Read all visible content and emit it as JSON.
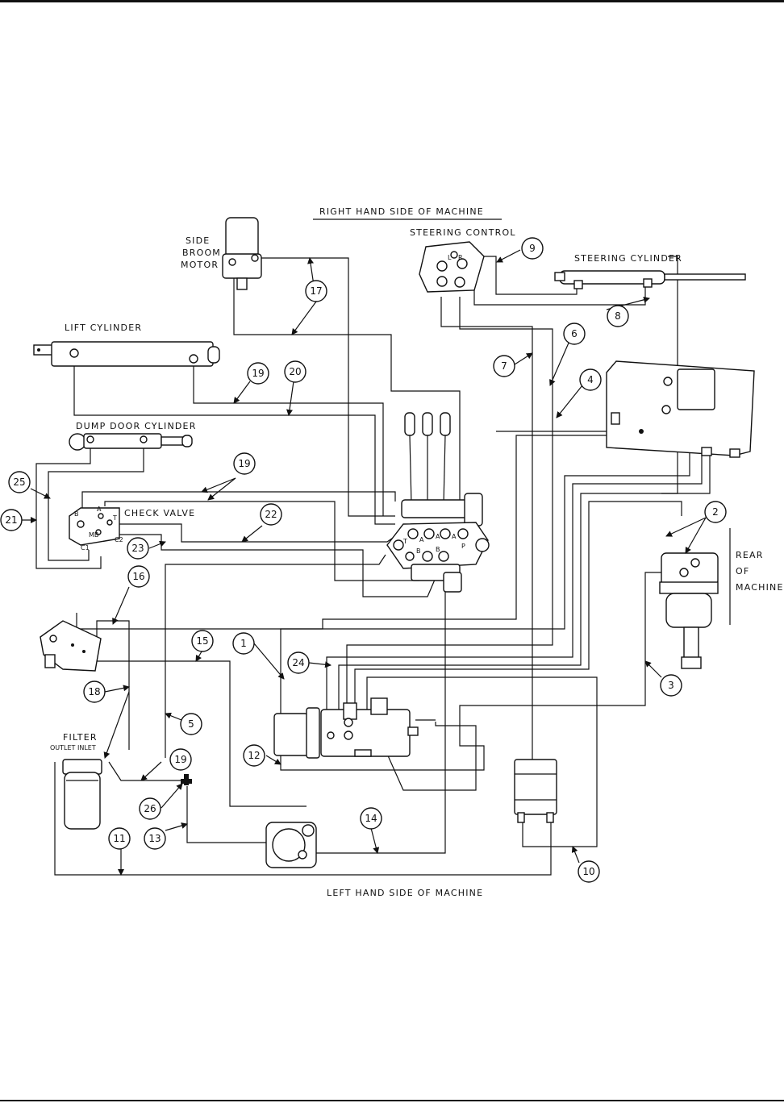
{
  "labels": {
    "right_hand_side": "RIGHT HAND SIDE OF MACHINE",
    "left_hand_side": "LEFT HAND SIDE OF MACHINE",
    "side_broom_motor": [
      "SIDE",
      "BROOM",
      "MOTOR"
    ],
    "steering_control": "STEERING CONTROL",
    "steering_cylinder": "STEERING CYLINDER",
    "lift_cylinder": "LIFT CYLINDER",
    "dump_door_cylinder": "DUMP DOOR CYLINDER",
    "check_valve": "CHECK VALVE",
    "rear_of_machine": [
      "REAR",
      "OF",
      "MACHINE"
    ],
    "filter": "FILTER",
    "outlet_inlet": "OUTLET INLET"
  },
  "port_labels": [
    "B",
    "A",
    "T",
    "MB",
    "C1",
    "C2",
    "T",
    "A",
    "A",
    "A",
    "B",
    "B",
    "P",
    "L",
    "R"
  ],
  "callouts": [
    "1",
    "2",
    "3",
    "4",
    "5",
    "6",
    "7",
    "8",
    "9",
    "10",
    "11",
    "12",
    "13",
    "14",
    "15",
    "16",
    "17",
    "18",
    "19",
    "19",
    "19",
    "20",
    "21",
    "22",
    "23",
    "24",
    "25",
    "26"
  ]
}
